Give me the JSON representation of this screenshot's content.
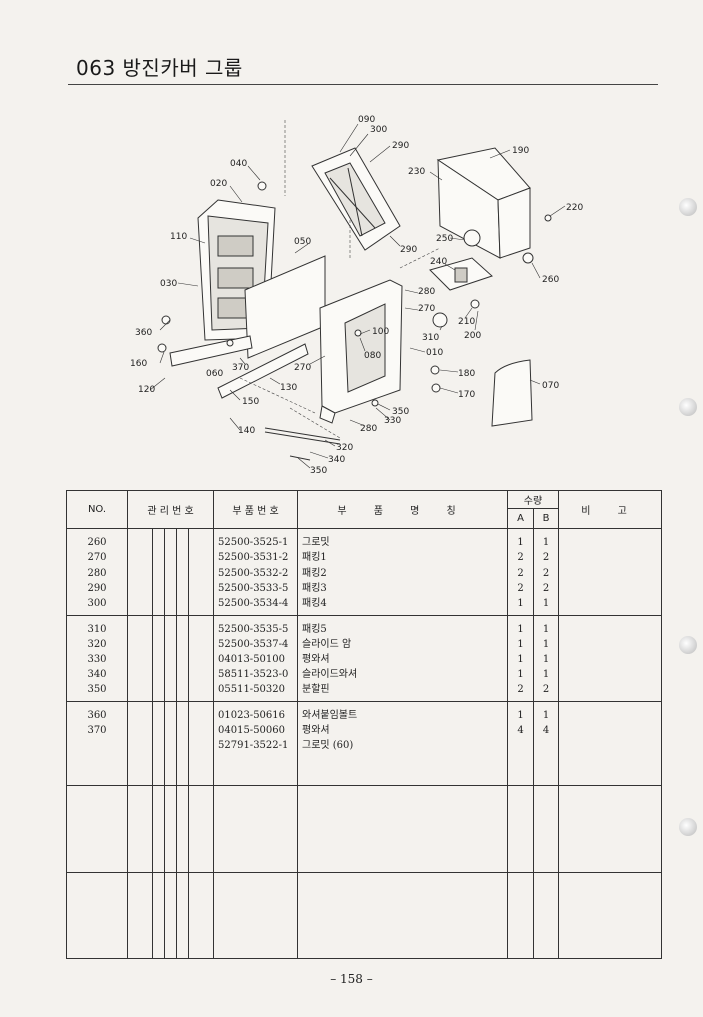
{
  "title": "063 방진카버 그룹",
  "diagram_labels": [
    "090",
    "300",
    "290",
    "190",
    "040",
    "020",
    "230",
    "220",
    "110",
    "050",
    "250",
    "290",
    "240",
    "260",
    "030",
    "280",
    "270",
    "210",
    "200",
    "360",
    "100",
    "310",
    "010",
    "160",
    "080",
    "270",
    "060",
    "370",
    "180",
    "070",
    "120",
    "130",
    "170",
    "150",
    "350",
    "330",
    "140",
    "280",
    "320",
    "340",
    "350"
  ],
  "table": {
    "headers": {
      "no": "NO.",
      "mgmt": "관 리 번 호",
      "part_no": "부 품 번 호",
      "part_name": "부 품 명 칭",
      "qty": "수량",
      "qty_a": "A",
      "qty_b": "B",
      "remarks": "비 고"
    },
    "groups": [
      {
        "rows": [
          {
            "no": "260",
            "part_no": "52500-3525-1",
            "name": "그로밋",
            "a": "1",
            "b": "1"
          },
          {
            "no": "270",
            "part_no": "52500-3531-2",
            "name": "패킹1",
            "a": "2",
            "b": "2"
          },
          {
            "no": "280",
            "part_no": "52500-3532-2",
            "name": "패킹2",
            "a": "2",
            "b": "2"
          },
          {
            "no": "290",
            "part_no": "52500-3533-5",
            "name": "패킹3",
            "a": "2",
            "b": "2"
          },
          {
            "no": "300",
            "part_no": "52500-3534-4",
            "name": "패킹4",
            "a": "1",
            "b": "1"
          }
        ]
      },
      {
        "rows": [
          {
            "no": "310",
            "part_no": "52500-3535-5",
            "name": "패킹5",
            "a": "1",
            "b": "1"
          },
          {
            "no": "320",
            "part_no": "52500-3537-4",
            "name": "슬라이드 암",
            "a": "1",
            "b": "1"
          },
          {
            "no": "330",
            "part_no": "04013-50100",
            "name": "평와셔",
            "a": "1",
            "b": "1"
          },
          {
            "no": "340",
            "part_no": "58511-3523-0",
            "name": "슬라이드와셔",
            "a": "1",
            "b": "1"
          },
          {
            "no": "350",
            "part_no": "05511-50320",
            "name": "분할핀",
            "a": "2",
            "b": "2"
          }
        ]
      },
      {
        "rows": [
          {
            "no": "360",
            "part_no": "01023-50616",
            "name": "와셔붙임볼트",
            "a": "1",
            "b": "1"
          },
          {
            "no": "370",
            "part_no": "04015-50060",
            "name": "평와셔",
            "a": "4",
            "b": "4"
          },
          {
            "no": "",
            "part_no": "52791-3522-1",
            "name": "그로밋 (60)",
            "a": "",
            "b": ""
          }
        ]
      },
      {
        "rows": []
      },
      {
        "rows": []
      }
    ]
  },
  "page_number": "– 158 –"
}
